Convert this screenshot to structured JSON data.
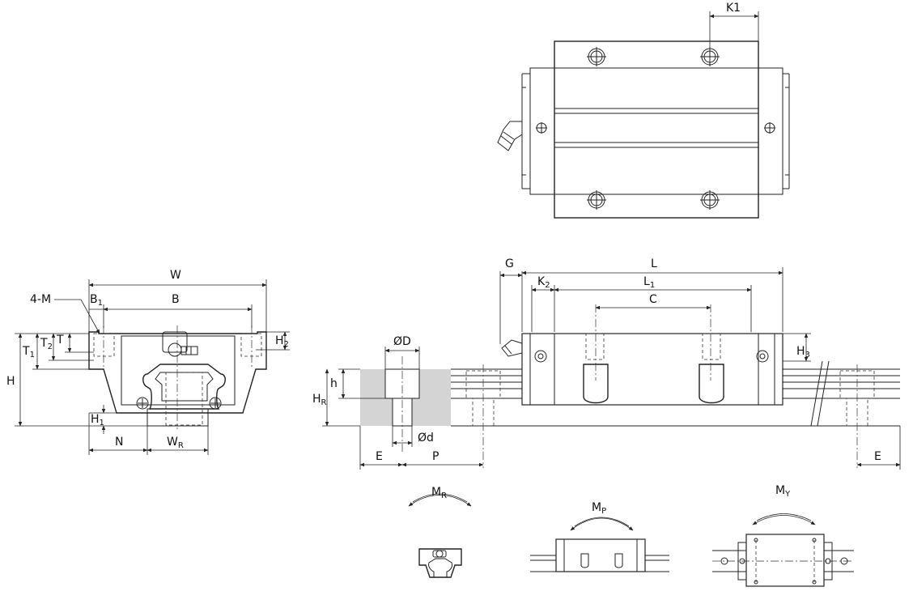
{
  "labels": {
    "K1": "K1",
    "W": "W",
    "B": "B",
    "B1": "B",
    "B1_sub": "1",
    "M4": "4-M",
    "T": "T",
    "T1": "T",
    "T1_sub": "1",
    "T2": "T",
    "T2_sub": "2",
    "H": "H",
    "H1": "H",
    "H1_sub": "1",
    "H2": "H",
    "H2_sub": "2",
    "H3": "H",
    "H3_sub": "3",
    "N": "N",
    "WR": "W",
    "WR_sub": "R",
    "G": "G",
    "L": "L",
    "L1": "L",
    "L1_sub": "1",
    "K2": "K",
    "K2_sub": "2",
    "C": "C",
    "OD": "ØD",
    "Od": "Ød",
    "h": "h",
    "HR": "H",
    "HR_sub": "R",
    "E_left": "E",
    "P": "P",
    "E_right": "E",
    "MR": "M",
    "MR_sub": "R",
    "MP": "M",
    "MP_sub": "P",
    "MY": "M",
    "MY_sub": "Y"
  }
}
